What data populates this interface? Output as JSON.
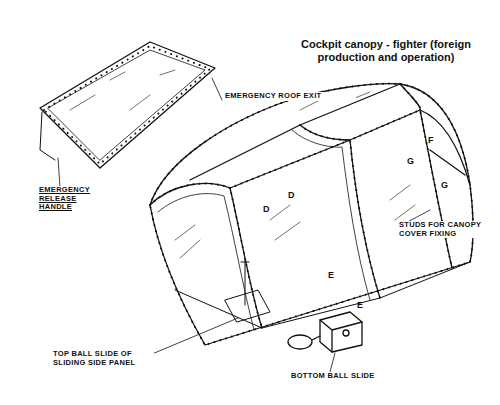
{
  "diagram": {
    "title": "Cockpit canopy - fighter (foreign production and operation)",
    "labels": [
      "EMERGENCY ROOF EXIT",
      "EMERGENCY RELEASE HANDLE",
      "STUDS FOR CANOPY COVER FIXING",
      "TOP BALL SLIDE OF SLIDING SIDE PANEL",
      "BOTTOM BALL SLIDE",
      "D",
      "D",
      "E",
      "E",
      "F",
      "G",
      "G"
    ]
  }
}
